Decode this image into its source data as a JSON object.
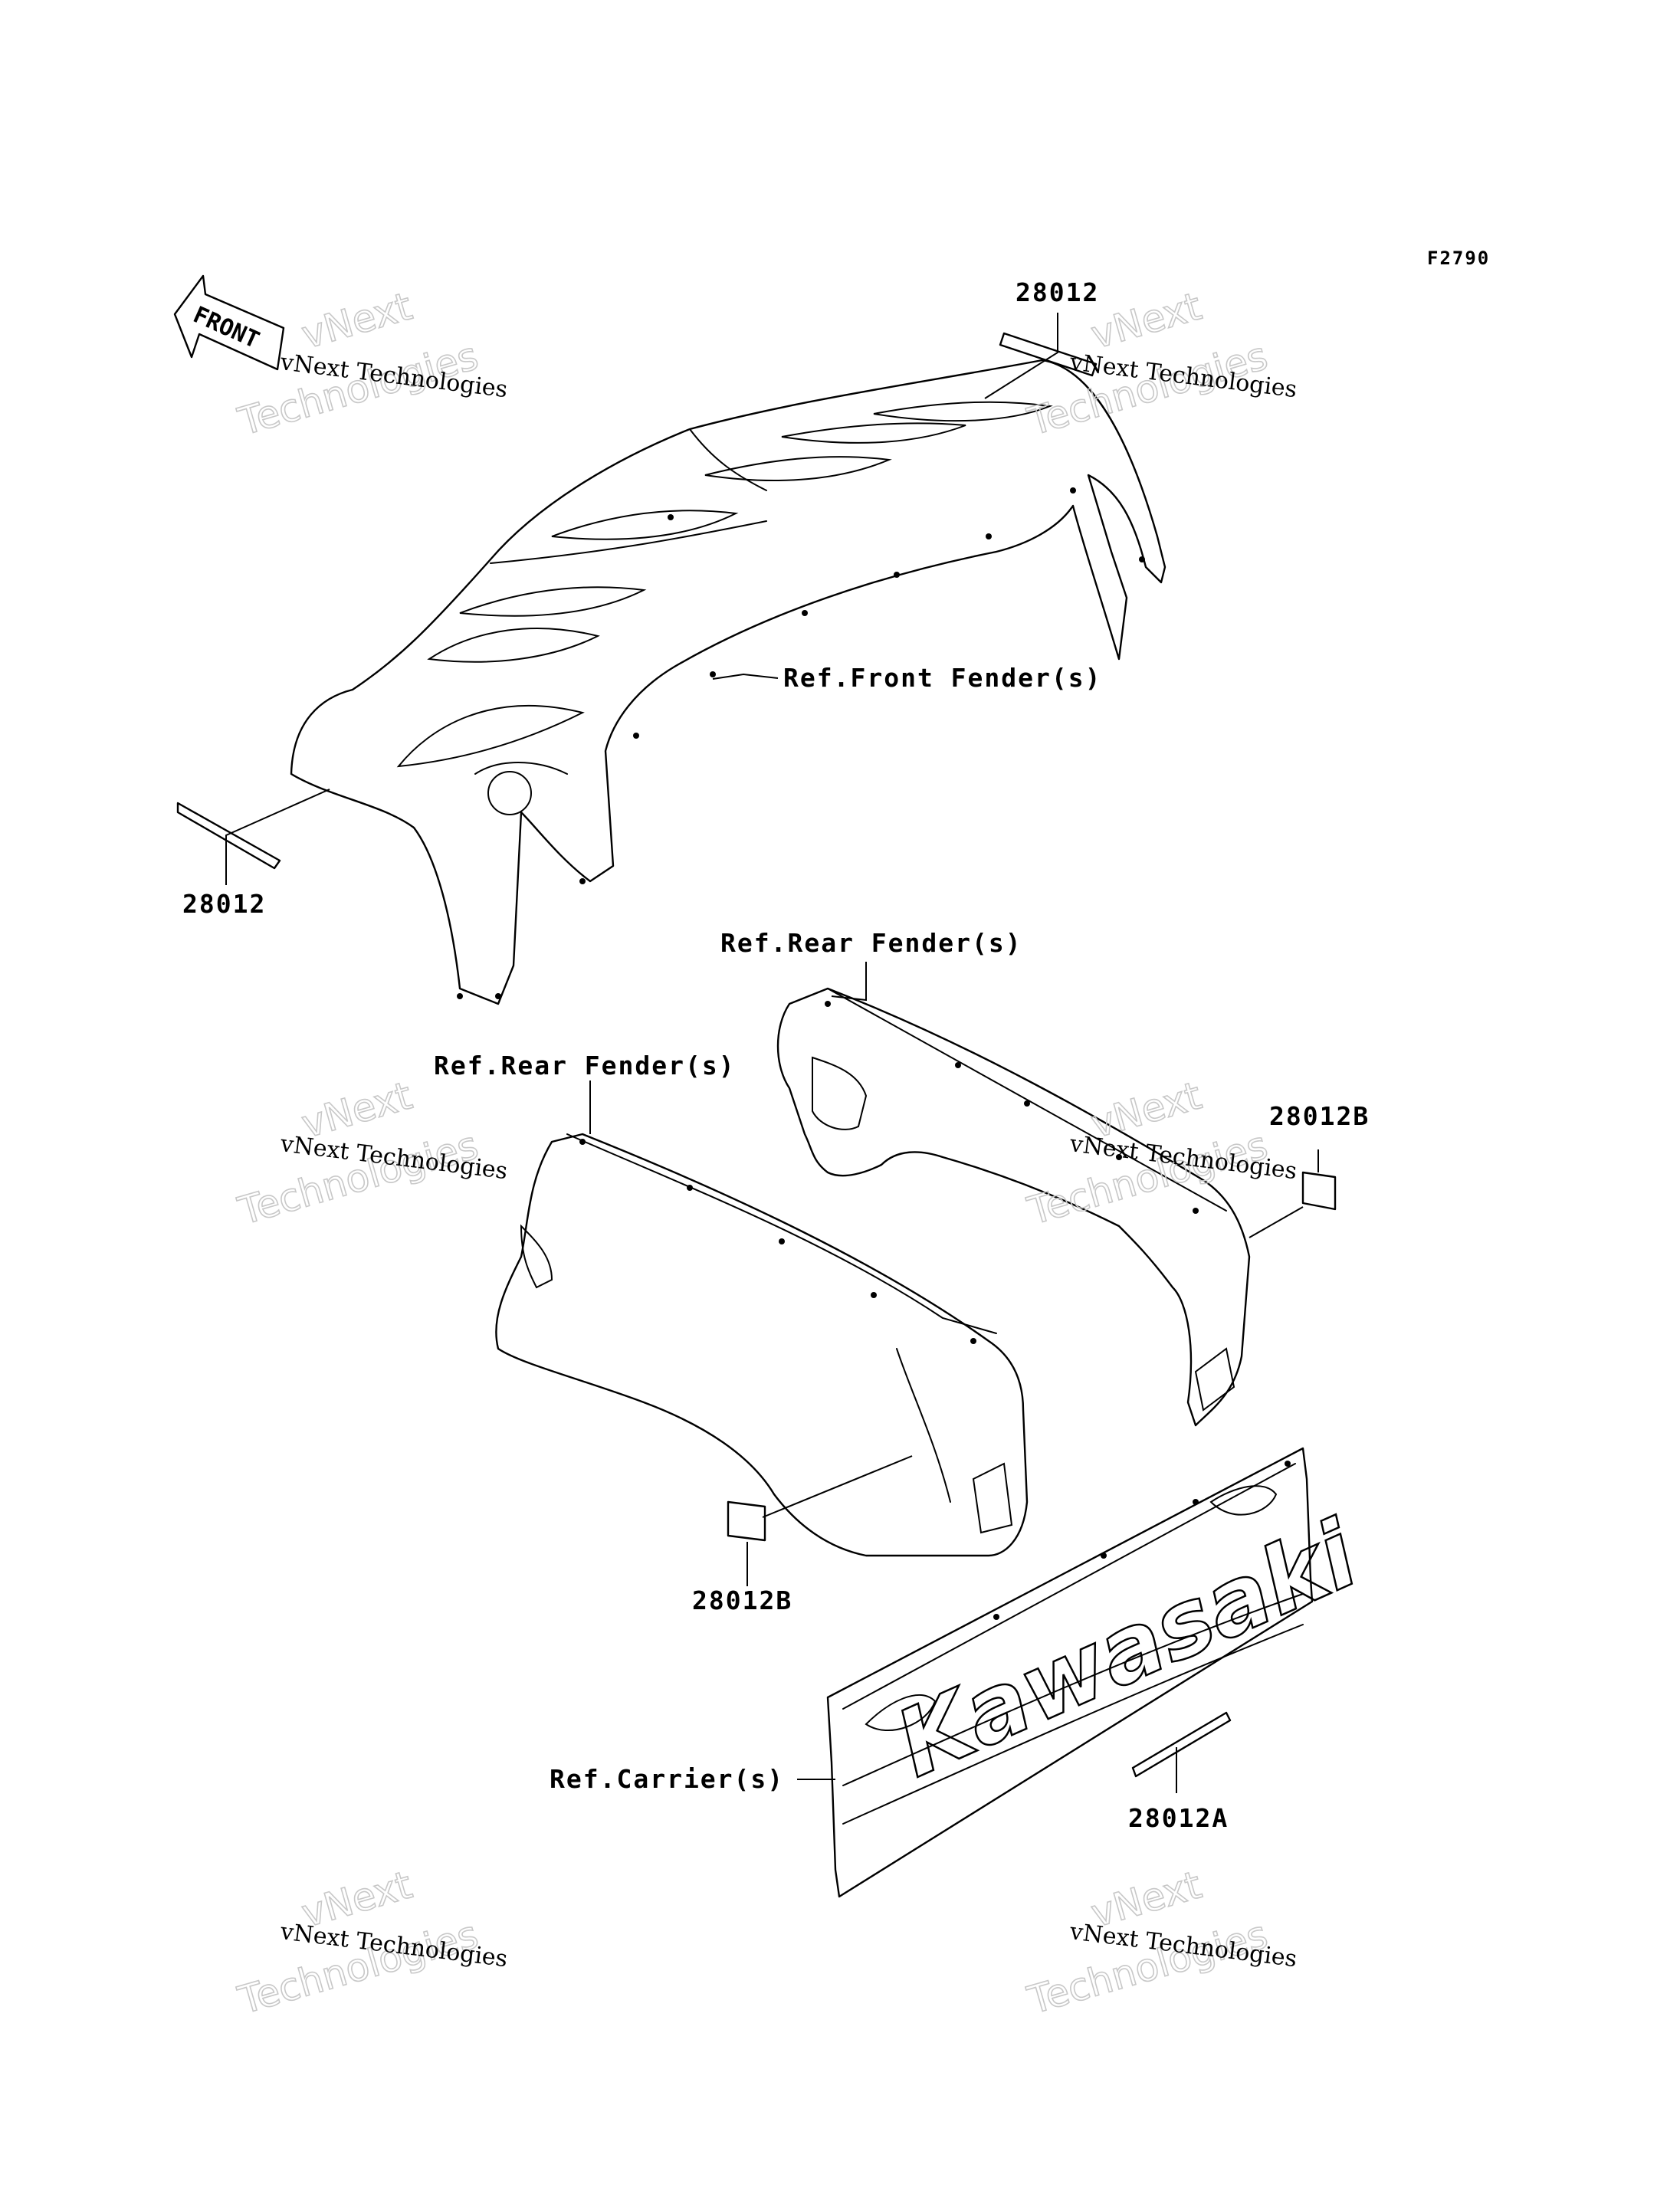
{
  "figure_code": "F2790",
  "front_indicator": "FRONT",
  "watermark": {
    "line1": "vNext Technologies",
    "line2": "vNext",
    "line3": "Technologies"
  },
  "part_numbers": {
    "front_top": "28012",
    "front_left": "28012",
    "rear_right": "28012B",
    "rear_left": "28012B",
    "carrier": "28012A"
  },
  "references": {
    "front_fender": "Ref.Front Fender(s)",
    "rear_fender_right": "Ref.Rear Fender(s)",
    "rear_fender_left": "Ref.Rear Fender(s)",
    "carrier": "Ref.Carrier(s)"
  },
  "brand_logo": "Kawasaki"
}
